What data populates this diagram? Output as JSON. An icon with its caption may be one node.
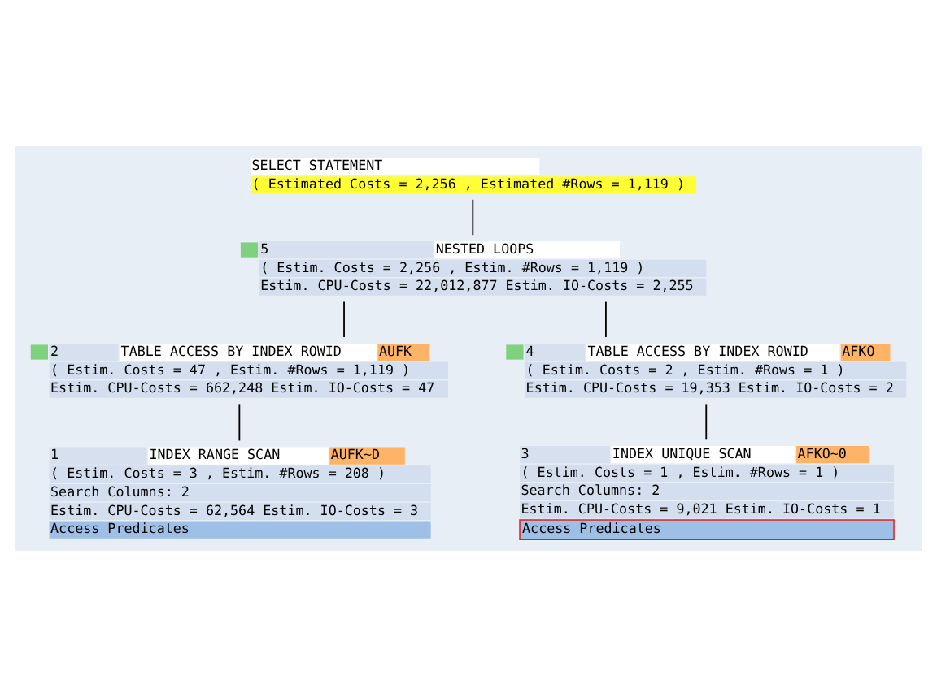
{
  "diagram": {
    "nodes": [
      {
        "text": [
          "SELECT STATEMENT",
          "( Estimated Costs = 2,256 , Estimated #Rows = 1,119 )"
        ]
      },
      {
        "text": [
          "5",
          "NESTED LOOPS",
          "( Estim. Costs = 2,256 , Estim. #Rows = 1,119 )",
          "Estim. CPU-Costs = 22,012,877 Estim. IO-Costs = 2,255"
        ]
      },
      {
        "text": [
          "2",
          "TABLE ACCESS BY INDEX ROWID",
          "AUFK",
          "( Estim. Costs = 47 , Estim. #Rows = 1,119 )",
          "Estim. CPU-Costs = 662,248 Estim. IO-Costs = 47"
        ]
      },
      {
        "text": [
          "1",
          "INDEX RANGE SCAN",
          "AUFK~D",
          "( Estim. Costs = 3 , Estim. #Rows = 208 )",
          "Search Columns: 2",
          "Estim. CPU-Costs = 62,564 Estim. IO-Costs = 3",
          "Access Predicates"
        ]
      },
      {
        "text": [
          "4",
          "TABLE ACCESS BY INDEX ROWID",
          "AFKO",
          "( Estim. Costs = 2 , Estim. #Rows = 1 )",
          "Estim. CPU-Costs = 19,353 Estim. IO-Costs = 2"
        ]
      },
      {
        "text": [
          "3",
          "INDEX UNIQUE SCAN",
          "AFKO~0",
          "( Estim. Costs = 1 , Estim. #Rows = 1 )",
          "Search Columns: 2",
          "Estim. CPU-Costs = 9,021 Estim. IO-Costs = 1",
          "Access Predicates"
        ]
      }
    ],
    "edges": [
      {
        "from": 0,
        "to": 1,
        "arrow": "none"
      },
      {
        "from": 1,
        "to": 2,
        "arrow": "none"
      },
      {
        "from": 2,
        "to": 3,
        "arrow": "none"
      },
      {
        "from": 1,
        "to": 4,
        "arrow": "none"
      },
      {
        "from": 4,
        "to": 5,
        "arrow": "none"
      }
    ]
  }
}
